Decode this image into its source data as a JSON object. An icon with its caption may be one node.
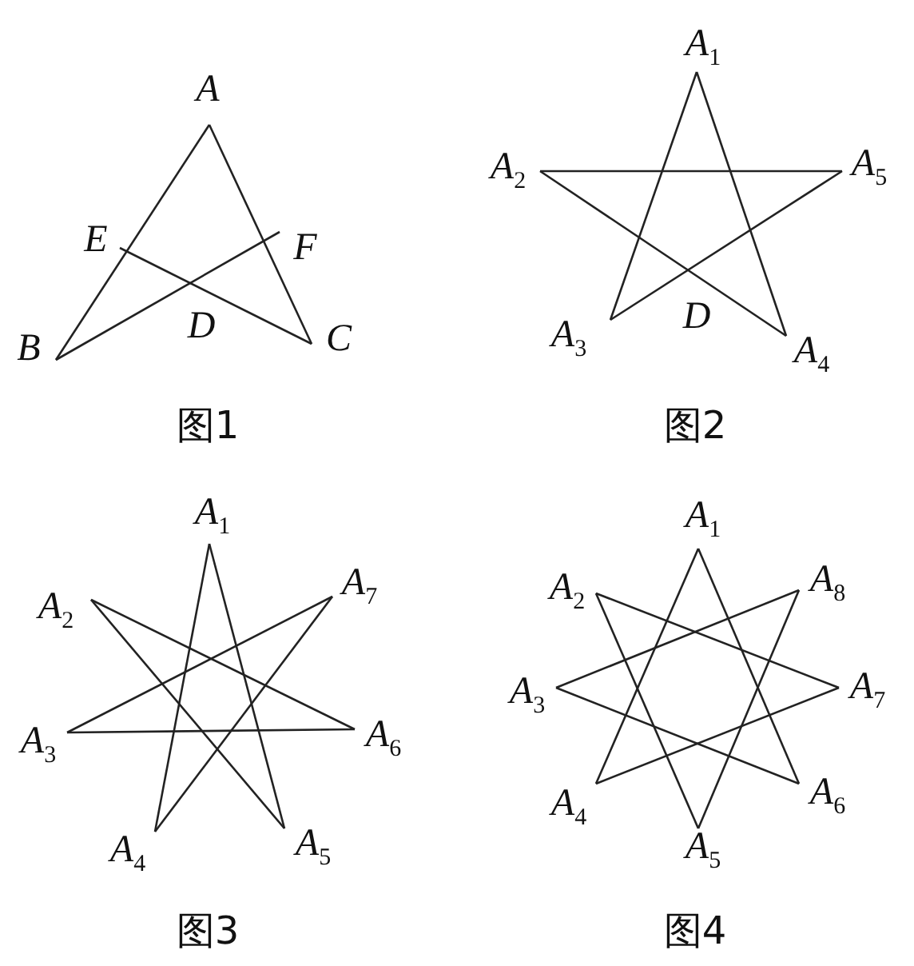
{
  "diagram": {
    "labels": [
      "A",
      "E",
      "F",
      "D",
      "B",
      "C",
      "图1",
      "*A*$_{1}$",
      "*A*$_{2}$",
      "*A*$_{5}$",
      "D",
      "*A*$_{3}$",
      "*A*$_{4}$",
      "图2",
      "*A*$_{1}$",
      "*A*$_{2}$",
      "*A*$_{7}$",
      "*A*$_{3}$",
      "*A*$_{6}$",
      "*A*$_{4}$",
      "*A*$_{5}$",
      "图3",
      "*A*$_{1}$",
      "*A*$_{2}$",
      "*A*$_{8}$",
      "*A*$_{3}$",
      "*A*$_{7}$",
      "*A*$_{4}$",
      "*A*$_{6}$",
      "*A*$_{5}$",
      "图4"
    ]
  }
}
